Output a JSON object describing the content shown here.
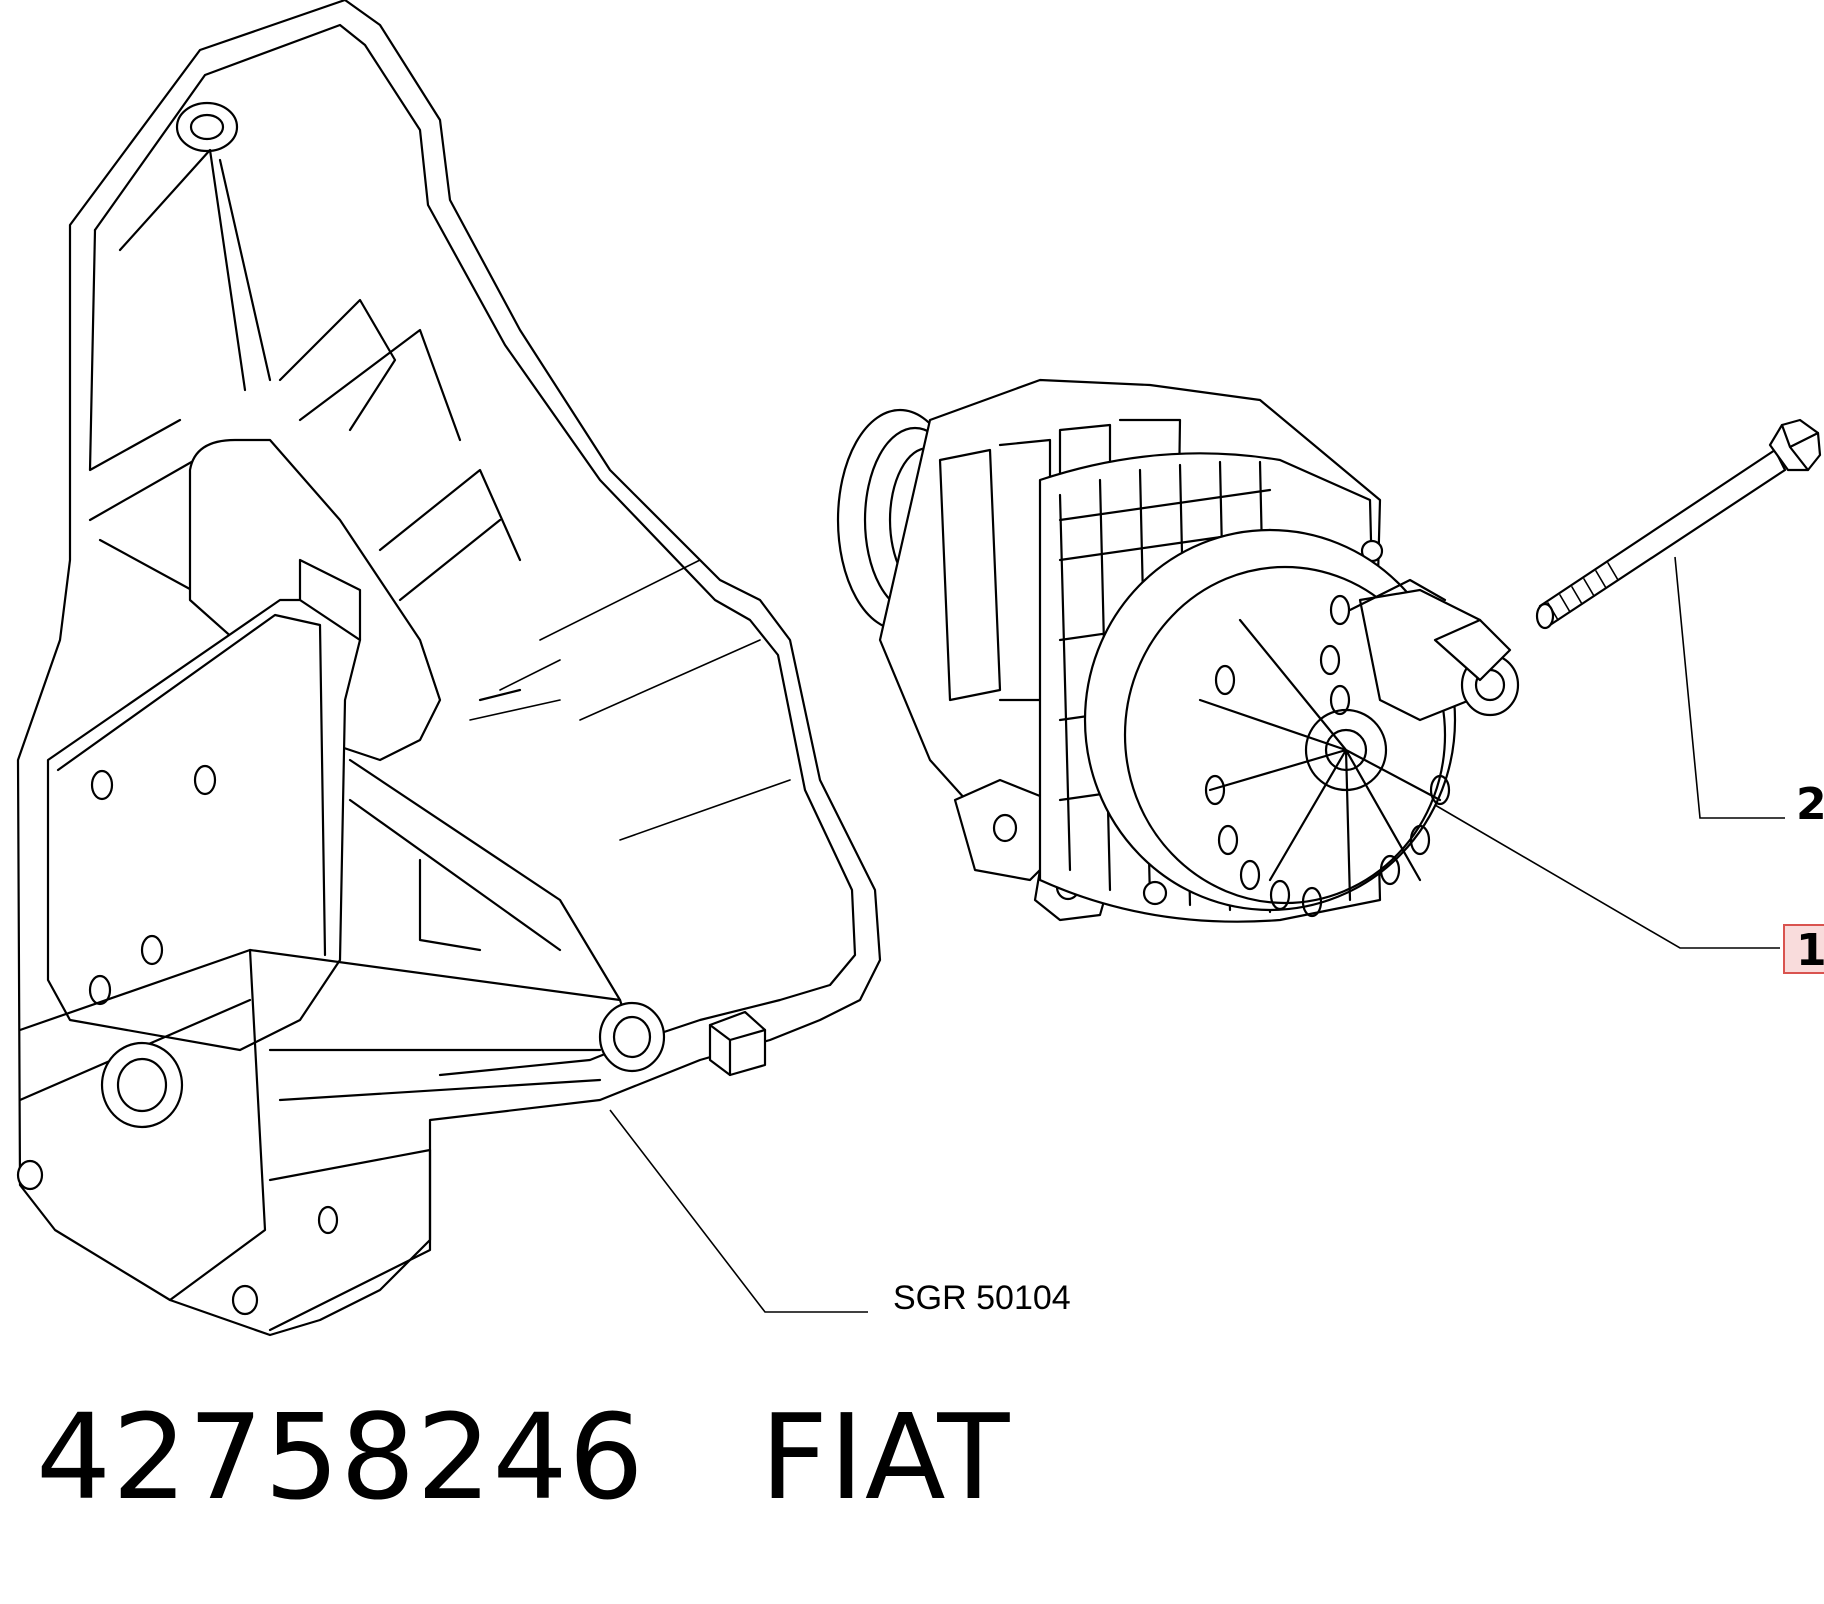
{
  "callouts": [
    {
      "label": "2",
      "highlighted": false
    },
    {
      "label": "1",
      "highlighted": true
    }
  ],
  "reference_label": "SGR 50104",
  "part_number": "42758246",
  "brand": "FIAT",
  "highlight_color": "#d9534f",
  "highlight_fill": "#f9dcdc",
  "line_color": "#000000"
}
